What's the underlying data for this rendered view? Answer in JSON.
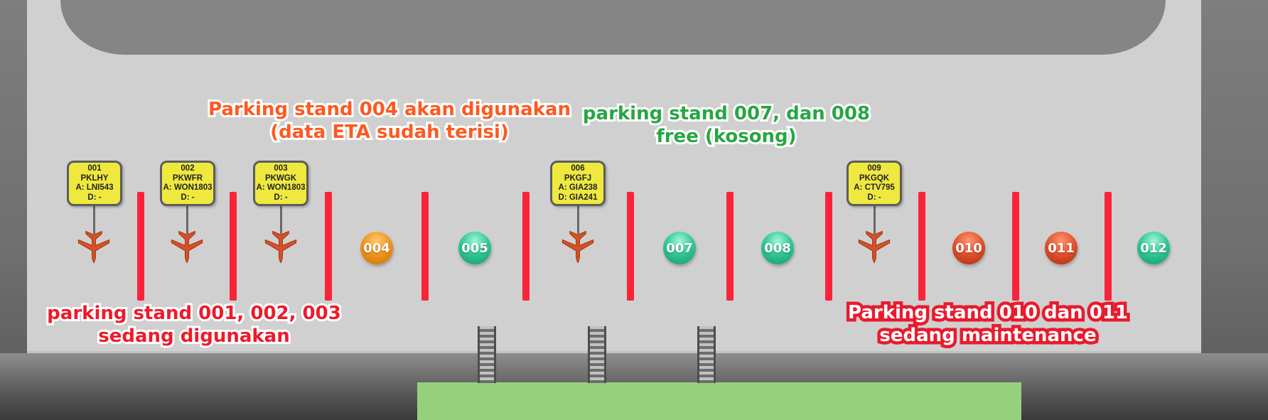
{
  "annotations": {
    "reserved": {
      "line1": "Parking stand 004 akan digunakan",
      "line2": "(data ETA sudah terisi)",
      "color": "#fc5a22"
    },
    "free": {
      "line1": "parking stand 007, dan 008",
      "line2": "free (kosong)",
      "color": "#27a644"
    },
    "occupied": {
      "line1": "parking stand 001, 002, 003",
      "line2": "sedang digunakan",
      "color": "#ee1a2b"
    },
    "maintenance": {
      "line1": "Parking stand 010 dan 011",
      "line2": "sedang maintenance",
      "color": "#ffffff",
      "outline_color": "#e81b2d"
    }
  },
  "stands": [
    {
      "code": "001",
      "state": "occupied",
      "reg": "PKLHY",
      "arrival": "A: LNI543",
      "departure": "D: -"
    },
    {
      "code": "002",
      "state": "occupied",
      "reg": "PKWFR",
      "arrival": "A: WON1803",
      "departure": "D: -"
    },
    {
      "code": "003",
      "state": "occupied",
      "reg": "PKWGK",
      "arrival": "A: WON1803",
      "departure": "D: -"
    },
    {
      "code": "004",
      "state": "reserved",
      "badge": "004",
      "badge_color": "#f0921d"
    },
    {
      "code": "005",
      "state": "free",
      "badge": "005",
      "badge_color": "#35c997"
    },
    {
      "code": "006",
      "state": "occupied",
      "reg": "PKGFJ",
      "arrival": "A: GIA238",
      "departure": "D: GIA241"
    },
    {
      "code": "007",
      "state": "free",
      "badge": "007",
      "badge_color": "#35c997"
    },
    {
      "code": "008",
      "state": "free",
      "badge": "008",
      "badge_color": "#35c997"
    },
    {
      "code": "009",
      "state": "occupied",
      "reg": "PKGQK",
      "arrival": "A: CTV795",
      "departure": "D: -"
    },
    {
      "code": "010",
      "state": "maintenance",
      "badge": "010",
      "badge_color": "#e0502b"
    },
    {
      "code": "011",
      "state": "maintenance",
      "badge": "011",
      "badge_color": "#e0502b"
    },
    {
      "code": "012",
      "state": "free",
      "badge": "012",
      "badge_color": "#35c997"
    }
  ],
  "colors": {
    "apron": "#d0d0d0",
    "terminal": "#858585",
    "stand_divider": "#f9243a",
    "flight_strip": "#efe93f",
    "airplane": "#d8502a",
    "platform": "#95d17d"
  }
}
